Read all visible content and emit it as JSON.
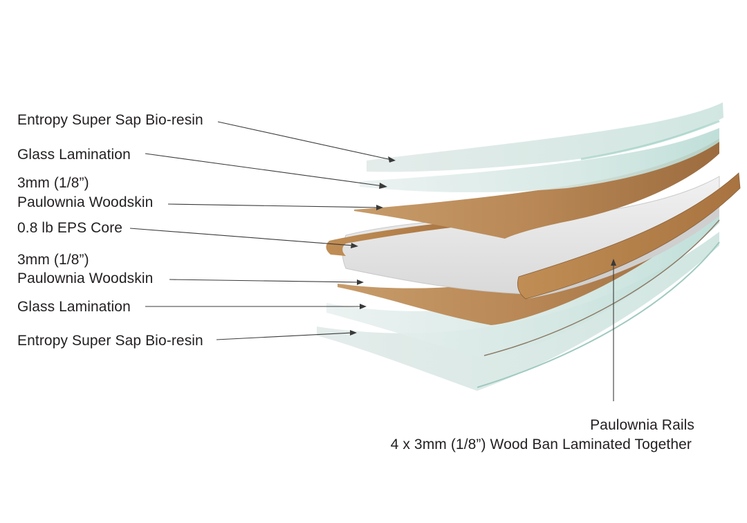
{
  "labels": {
    "top_resin": "Entropy Super Sap Bio-resin",
    "top_glass": "Glass Lamination",
    "top_woodskin_size": "3mm (1/8”)",
    "top_woodskin_name": "Paulownia Woodskin",
    "core": "0.8 lb EPS Core",
    "bottom_woodskin_size": "3mm (1/8”)",
    "bottom_woodskin_name": "Paulownia Woodskin",
    "bottom_glass": "Glass Lamination",
    "bottom_resin": "Entropy Super Sap Bio-resin",
    "rails_title": "Paulownia Rails",
    "rails_detail": "4 x 3mm (1/8”) Wood Ban Laminated Together"
  },
  "colors": {
    "glass": "#cfe3e0",
    "glass_edge": "#a9cfc8",
    "resin": "#e4eeec",
    "wood": "#b88a5a",
    "wood_dark": "#8a5e36",
    "core": "#e7e7e7",
    "core_shadow": "#cfcfcf",
    "text": "#231f20",
    "leader": "#3a3a3a"
  }
}
